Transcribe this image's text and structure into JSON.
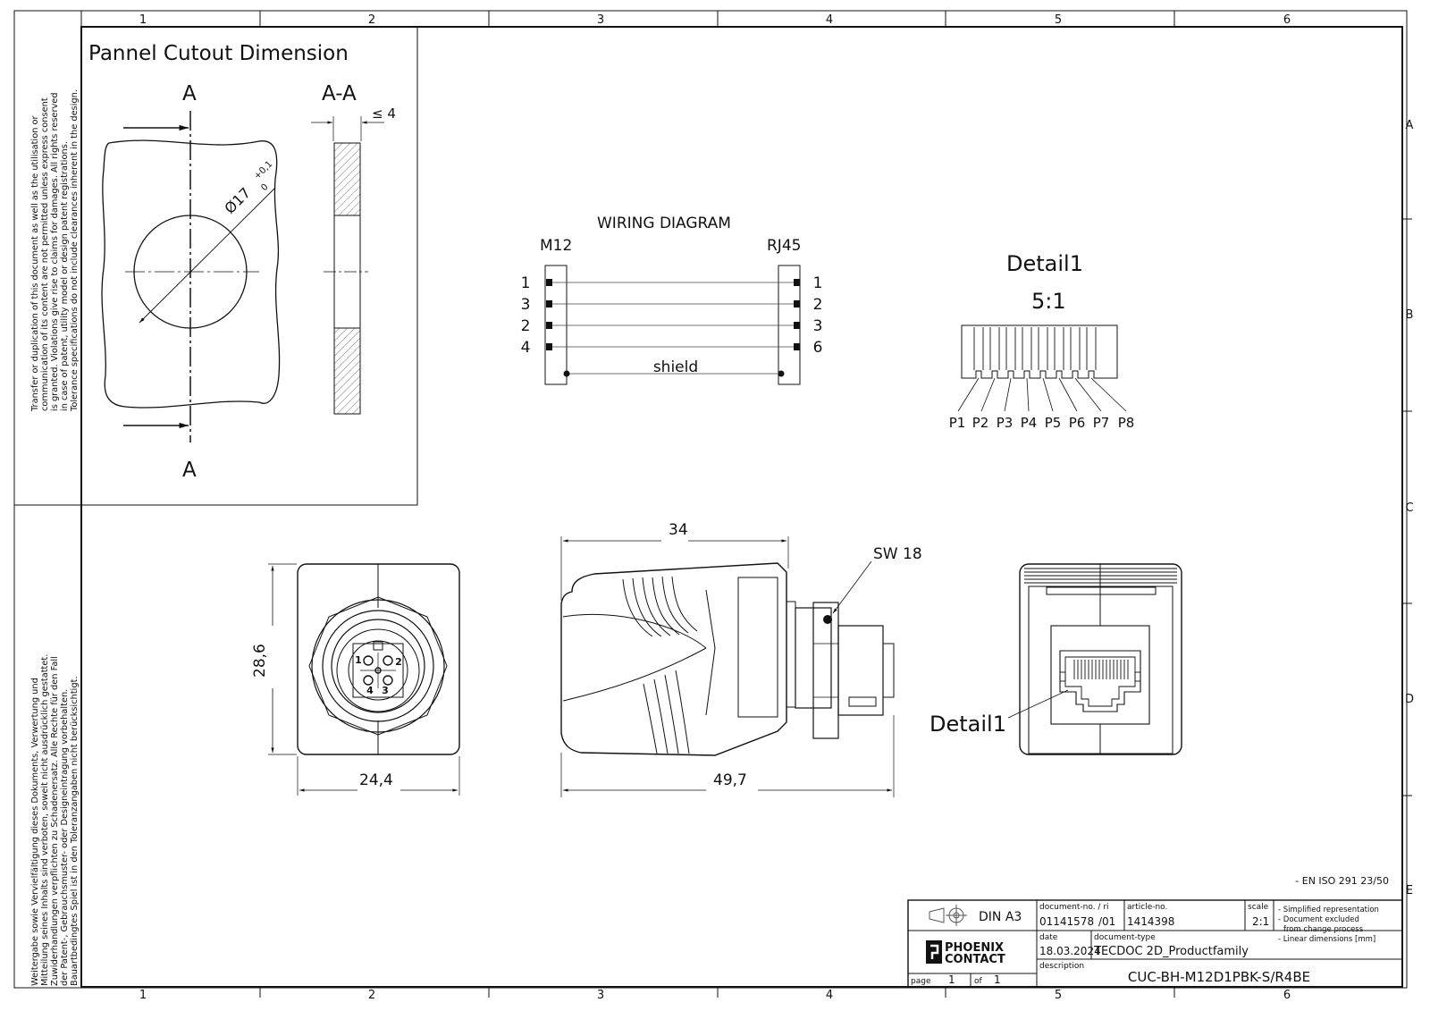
{
  "frame": {
    "columns": [
      "1",
      "2",
      "3",
      "4",
      "5",
      "6"
    ],
    "rows": [
      "A",
      "B",
      "C",
      "D",
      "E"
    ]
  },
  "side_notes": {
    "english": [
      "Transfer or duplication of this document as well as the utilisation or",
      "communication of its content are not permitted unless express consent",
      "is granted. Violations give rise to claims for damages. All rights reserved",
      "in case of patent, utility model or design patent registrations.",
      "Tolerance specifications do not include clearances inherent in the design."
    ],
    "german": [
      "Weitergabe sowie Vervielfältigung dieses Dokuments, Verwertung und",
      "Mitteilung seines Inhalts sind verboten, soweit nicht ausdrücklich gestattet.",
      "Zuwiderhandlungen verpflichten zu Schadenersatz. Alle Rechte für den Fall",
      "der Patent-, Gebrauchsmuster- oder Designeintragung vorbehalten.",
      "Bauartbedingtes Spiel ist in den Toleranzangaben nicht berücksichtigt."
    ]
  },
  "panel_cutout": {
    "title": "Pannel Cutout Dimension",
    "section_top": "A",
    "section_bottom": "A",
    "section_view": "A-A",
    "thickness": "≤ 4",
    "diameter": "Ø17",
    "tol_upper": "+0,1",
    "tol_lower": "0"
  },
  "wiring": {
    "title": "WIRING DIAGRAM",
    "left_label": "M12",
    "right_label": "RJ45",
    "left_pins": [
      "1",
      "3",
      "2",
      "4"
    ],
    "right_pins": [
      "1",
      "2",
      "3",
      "6"
    ],
    "shield": "shield"
  },
  "detail": {
    "title": "Detail1",
    "scale": "5:1",
    "pins": [
      "P1",
      "P2",
      "P3",
      "P4",
      "P5",
      "P6",
      "P7",
      "P8"
    ],
    "callout": "Detail1"
  },
  "front_view": {
    "height": "28,6",
    "width": "24,4",
    "pin_numbers": [
      "1",
      "2",
      "3",
      "4"
    ]
  },
  "side_view": {
    "body_length": "34",
    "total_length": "49,7",
    "wrench": "SW 18"
  },
  "title_block": {
    "standard": "- EN ISO 291 23/50",
    "format": "DIN A3",
    "doc_no_label": "document-no. / ri",
    "doc_no": "01141578",
    "revision": "/01",
    "article_label": "article-no.",
    "article": "1414398",
    "scale_label": "scale",
    "scale": "2:1",
    "notes": [
      "- Simplified representation",
      "- Document excluded",
      "from change process",
      "- Linear dimensions [mm]"
    ],
    "date_label": "date",
    "date": "18.03.2024",
    "doctype_label": "document-type",
    "doctype": "TECDOC 2D_Productfamily",
    "desc_label": "description",
    "description": "CUC-BH-M12D1PBK-S/R4BE",
    "logo_line1": "PHOENIX",
    "logo_line2": "CONTACT",
    "page_label": "page",
    "page": "1",
    "of_label": "of",
    "of": "1"
  }
}
